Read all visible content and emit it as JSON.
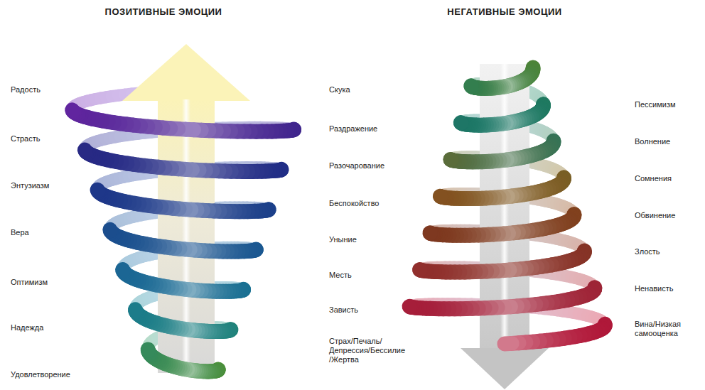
{
  "diagram": {
    "labels": [
      "ПОЗИТИВНЫЕ ЭМОЦИИ",
      "НЕГАТИВНЫЕ ЭМОЦИИ",
      "Радость",
      "Страсть",
      "Энтузиазм",
      "Вера",
      "Оптимизм",
      "Надежда",
      "Удовлетворение",
      "Скука",
      "Раздражение",
      "Разочарование",
      "Беспокойство",
      "Уныние",
      "Месть",
      "Зависть",
      "Страх/Печаль/ Депрессия/Бессилие /Жертва",
      "Пессимизм",
      "Волнение",
      "Сомнения",
      "Обвинение",
      "Злость",
      "Ненависть",
      "Вина/Низкая самооценка"
    ]
  }
}
